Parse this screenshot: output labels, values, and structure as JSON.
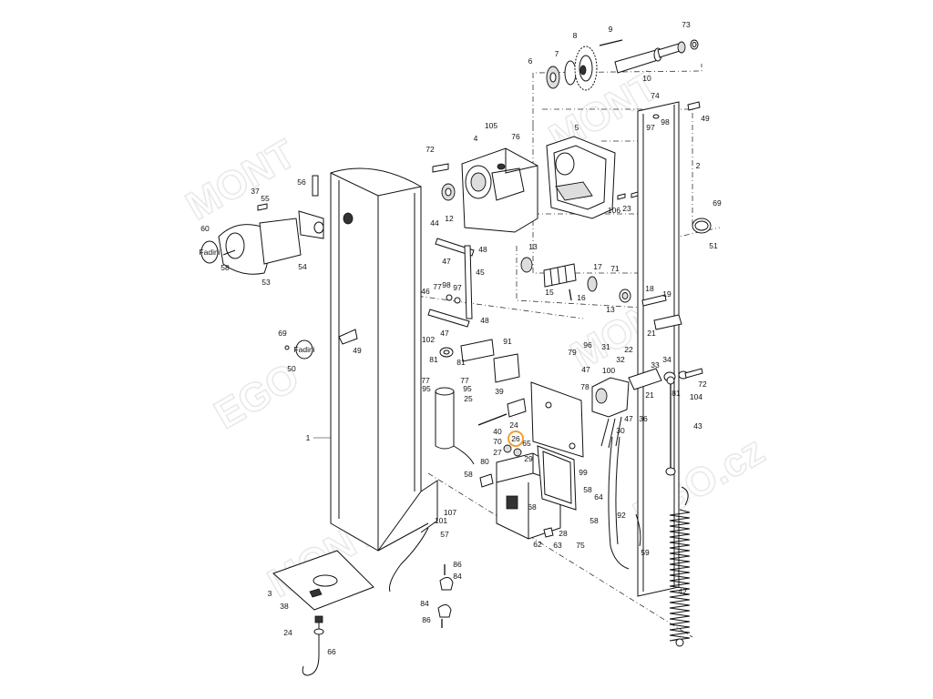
{
  "watermark": {
    "words": [
      "MONT",
      "EGO",
      "EGO.cz"
    ]
  },
  "highlight": {
    "label": "26",
    "color": "#f0a030"
  },
  "logos": [
    "Fadini",
    "Fadini"
  ],
  "callouts": [
    {
      "id": "c1",
      "text": "1"
    },
    {
      "id": "c2",
      "text": "2"
    },
    {
      "id": "c3",
      "text": "3"
    },
    {
      "id": "c4",
      "text": "4"
    },
    {
      "id": "c5",
      "text": "5"
    },
    {
      "id": "c6",
      "text": "6"
    },
    {
      "id": "c7",
      "text": "7"
    },
    {
      "id": "c8",
      "text": "8"
    },
    {
      "id": "c9",
      "text": "9"
    },
    {
      "id": "c10",
      "text": "10"
    },
    {
      "id": "c12",
      "text": "12"
    },
    {
      "id": "c13a",
      "text": "13"
    },
    {
      "id": "c13b",
      "text": "13"
    },
    {
      "id": "c15",
      "text": "15"
    },
    {
      "id": "c16",
      "text": "16"
    },
    {
      "id": "c17",
      "text": "17"
    },
    {
      "id": "c18",
      "text": "18"
    },
    {
      "id": "c19",
      "text": "19"
    },
    {
      "id": "c21a",
      "text": "21"
    },
    {
      "id": "c21b",
      "text": "21"
    },
    {
      "id": "c22",
      "text": "22"
    },
    {
      "id": "c23",
      "text": "23"
    },
    {
      "id": "c24a",
      "text": "24"
    },
    {
      "id": "c24b",
      "text": "24"
    },
    {
      "id": "c25",
      "text": "25"
    },
    {
      "id": "c27",
      "text": "27"
    },
    {
      "id": "c28",
      "text": "28"
    },
    {
      "id": "c29",
      "text": "29"
    },
    {
      "id": "c30",
      "text": "30"
    },
    {
      "id": "c31",
      "text": "31"
    },
    {
      "id": "c32",
      "text": "32"
    },
    {
      "id": "c33",
      "text": "33"
    },
    {
      "id": "c34",
      "text": "34"
    },
    {
      "id": "c36",
      "text": "36"
    },
    {
      "id": "c37",
      "text": "37"
    },
    {
      "id": "c38",
      "text": "38"
    },
    {
      "id": "c39",
      "text": "39"
    },
    {
      "id": "c40",
      "text": "40"
    },
    {
      "id": "c42",
      "text": "42"
    },
    {
      "id": "c43",
      "text": "43"
    },
    {
      "id": "c44",
      "text": "44"
    },
    {
      "id": "c45",
      "text": "45"
    },
    {
      "id": "c46",
      "text": "46"
    },
    {
      "id": "c47a",
      "text": "47"
    },
    {
      "id": "c47b",
      "text": "47"
    },
    {
      "id": "c47c",
      "text": "47"
    },
    {
      "id": "c47d",
      "text": "47"
    },
    {
      "id": "c48a",
      "text": "48"
    },
    {
      "id": "c48b",
      "text": "48"
    },
    {
      "id": "c49a",
      "text": "49"
    },
    {
      "id": "c49b",
      "text": "49"
    },
    {
      "id": "c50",
      "text": "50"
    },
    {
      "id": "c51",
      "text": "51"
    },
    {
      "id": "c53",
      "text": "53"
    },
    {
      "id": "c54",
      "text": "54"
    },
    {
      "id": "c55",
      "text": "55"
    },
    {
      "id": "c56",
      "text": "56"
    },
    {
      "id": "c57",
      "text": "57"
    },
    {
      "id": "c58a",
      "text": "58"
    },
    {
      "id": "c58b",
      "text": "58"
    },
    {
      "id": "c58c",
      "text": "58"
    },
    {
      "id": "c58d",
      "text": "58"
    },
    {
      "id": "c59",
      "text": "59"
    },
    {
      "id": "c60",
      "text": "60"
    },
    {
      "id": "c62",
      "text": "62"
    },
    {
      "id": "c63",
      "text": "63"
    },
    {
      "id": "c64",
      "text": "64"
    },
    {
      "id": "c65",
      "text": "65"
    },
    {
      "id": "c66",
      "text": "66"
    },
    {
      "id": "c68",
      "text": "68"
    },
    {
      "id": "c69a",
      "text": "69"
    },
    {
      "id": "c69b",
      "text": "69"
    },
    {
      "id": "c70",
      "text": "70"
    },
    {
      "id": "c71",
      "text": "71"
    },
    {
      "id": "c72a",
      "text": "72"
    },
    {
      "id": "c72b",
      "text": "72"
    },
    {
      "id": "c73",
      "text": "73"
    },
    {
      "id": "c74",
      "text": "74"
    },
    {
      "id": "c75",
      "text": "75"
    },
    {
      "id": "c76",
      "text": "76"
    },
    {
      "id": "c77a",
      "text": "77"
    },
    {
      "id": "c77b",
      "text": "77"
    },
    {
      "id": "c77c",
      "text": "77"
    },
    {
      "id": "c78",
      "text": "78"
    },
    {
      "id": "c79",
      "text": "79"
    },
    {
      "id": "c80",
      "text": "80"
    },
    {
      "id": "c81a",
      "text": "81"
    },
    {
      "id": "c81b",
      "text": "81"
    },
    {
      "id": "c81c",
      "text": "81"
    },
    {
      "id": "c84a",
      "text": "84"
    },
    {
      "id": "c84b",
      "text": "84"
    },
    {
      "id": "c86a",
      "text": "86"
    },
    {
      "id": "c86b",
      "text": "86"
    },
    {
      "id": "c91",
      "text": "91"
    },
    {
      "id": "c92",
      "text": "92"
    },
    {
      "id": "c95a",
      "text": "95"
    },
    {
      "id": "c95b",
      "text": "95"
    },
    {
      "id": "c96",
      "text": "96"
    },
    {
      "id": "c97a",
      "text": "97"
    },
    {
      "id": "c97b",
      "text": "97"
    },
    {
      "id": "c98a",
      "text": "98"
    },
    {
      "id": "c98b",
      "text": "98"
    },
    {
      "id": "c99",
      "text": "99"
    },
    {
      "id": "c100",
      "text": "100"
    },
    {
      "id": "c101",
      "text": "101"
    },
    {
      "id": "c102",
      "text": "102"
    },
    {
      "id": "c104",
      "text": "104"
    },
    {
      "id": "c105",
      "text": "105"
    },
    {
      "id": "c106",
      "text": "106"
    },
    {
      "id": "c107",
      "text": "107"
    }
  ]
}
